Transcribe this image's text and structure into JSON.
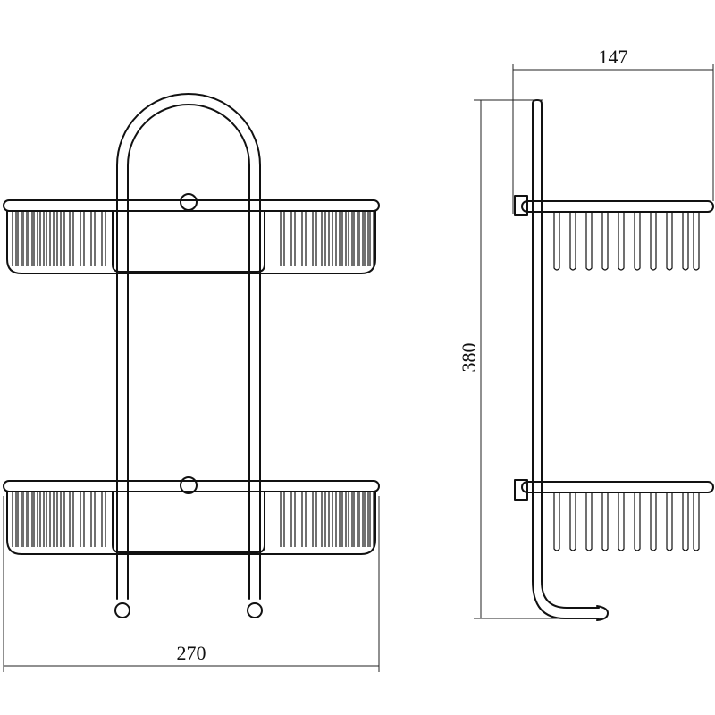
{
  "dimensions": {
    "width": "270",
    "depth": "147",
    "height": "380"
  },
  "colors": {
    "line": "#111111",
    "background": "#ffffff"
  }
}
